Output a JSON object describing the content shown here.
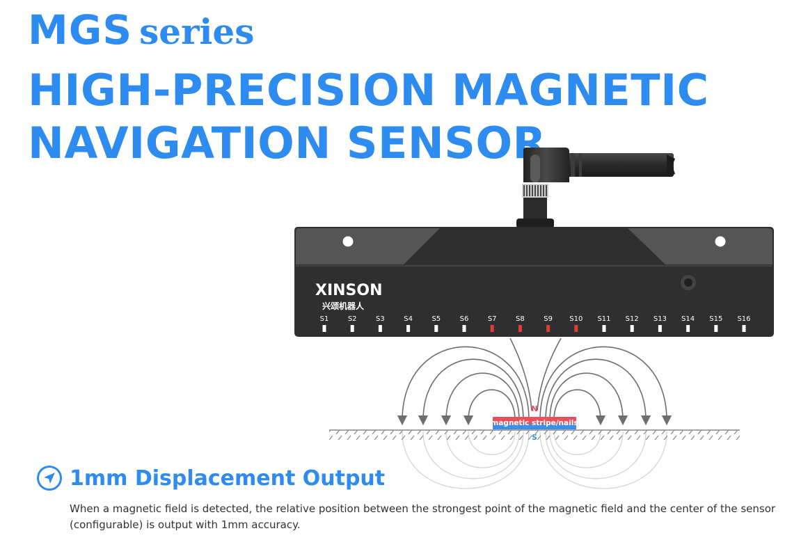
{
  "header": {
    "series_name": "MGS",
    "series_word": "series",
    "headline_line1": "HIGH-PRECISION MAGNETIC",
    "headline_line2": "NAVIGATION SENSOR"
  },
  "sensor": {
    "brand_logo": "XINSON",
    "brand_cn": "兴颂机器人",
    "channels": [
      {
        "label": "S1",
        "active": false
      },
      {
        "label": "S2",
        "active": false
      },
      {
        "label": "S3",
        "active": false
      },
      {
        "label": "S4",
        "active": false
      },
      {
        "label": "S5",
        "active": false
      },
      {
        "label": "S6",
        "active": false
      },
      {
        "label": "S7",
        "active": true
      },
      {
        "label": "S8",
        "active": true
      },
      {
        "label": "S9",
        "active": true
      },
      {
        "label": "S10",
        "active": true
      },
      {
        "label": "S11",
        "active": false
      },
      {
        "label": "S12",
        "active": false
      },
      {
        "label": "S13",
        "active": false
      },
      {
        "label": "S14",
        "active": false
      },
      {
        "label": "S15",
        "active": false
      },
      {
        "label": "S16",
        "active": false
      }
    ]
  },
  "magnet": {
    "label": "magnetic stripe/nails",
    "north": "N",
    "south": "S"
  },
  "feature": {
    "icon": "navigation-arrow-icon",
    "title": "1mm Displacement Output",
    "description": "When a magnetic field is detected, the relative position between the strongest point of the magnetic field and the center of the sensor (configurable) is output with 1mm accuracy."
  },
  "colors": {
    "brand_blue": "#2e8bef",
    "sensor_body": "#2f2f2f",
    "active_led": "#e53935",
    "north_red": "#e8505b",
    "south_blue": "#3d8ee6"
  }
}
